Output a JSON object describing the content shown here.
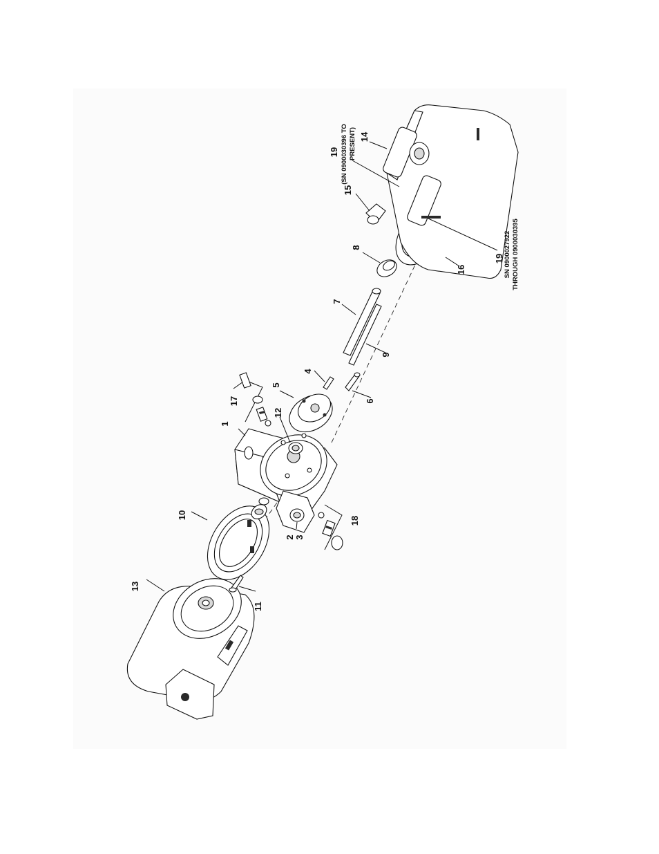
{
  "callouts": {
    "c1": "1",
    "c2": "2",
    "c3": "3",
    "c4": "4",
    "c5": "5",
    "c6": "6",
    "c7": "7",
    "c8": "8",
    "c9": "9",
    "c10": "10",
    "c11": "11",
    "c12": "12",
    "c13": "13",
    "c14": "14",
    "c15": "15",
    "c16": "16",
    "c17": "17",
    "c18": "18",
    "c19_upper": "19",
    "c19_lower": "19"
  },
  "notes": {
    "upper_line1": "(SN 0900030396 TO",
    "upper_line2": "PRESENT)",
    "lower_line1": "SN 0900027922",
    "lower_line2": "THROUGH  0900030395"
  }
}
